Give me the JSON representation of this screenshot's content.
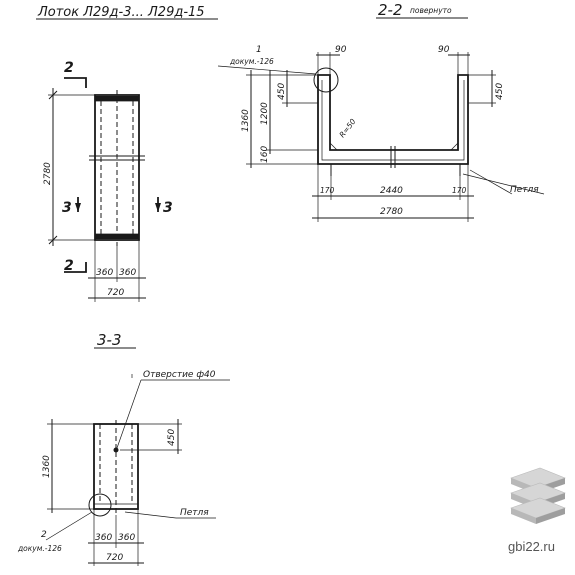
{
  "titles": {
    "main": "Лоток Л29д-3... Л29д-15",
    "section_2_2": "2-2",
    "section_2_2_note": "повернуто",
    "section_3_3": "3-3"
  },
  "plan_view": {
    "cut_top": "2",
    "cut_bottom": "2",
    "cut_left": "3",
    "cut_right": "3",
    "dim_length": "2780",
    "dim_left_half": "360",
    "dim_right_half": "360",
    "dim_width": "720"
  },
  "section_2_2": {
    "callout_number": "1",
    "callout_doc": "докум.-126",
    "dim_wall_left": "90",
    "dim_wall_right": "90",
    "dim_height_total": "1360",
    "dim_height_inner": "1200",
    "dim_hole_left": "450",
    "dim_hole_right": "450",
    "dim_floor": "160",
    "dim_chamfer": "R=50",
    "dim_foot_left": "170",
    "dim_inner_width": "2440",
    "dim_foot_right": "170",
    "dim_total_width": "2780",
    "loop_label": "Петля"
  },
  "section_3_3": {
    "hole_label": "Отверстие ф40",
    "dim_hole": "450",
    "dim_height": "1360",
    "loop_label": "Петля",
    "callout_number": "2",
    "callout_doc": "докум.-126",
    "dim_left_half": "360",
    "dim_right_half": "360",
    "dim_width": "720"
  },
  "watermark": {
    "text": "gbi22.ru",
    "icon": "stacked-slabs-icon",
    "color": "#555555"
  }
}
